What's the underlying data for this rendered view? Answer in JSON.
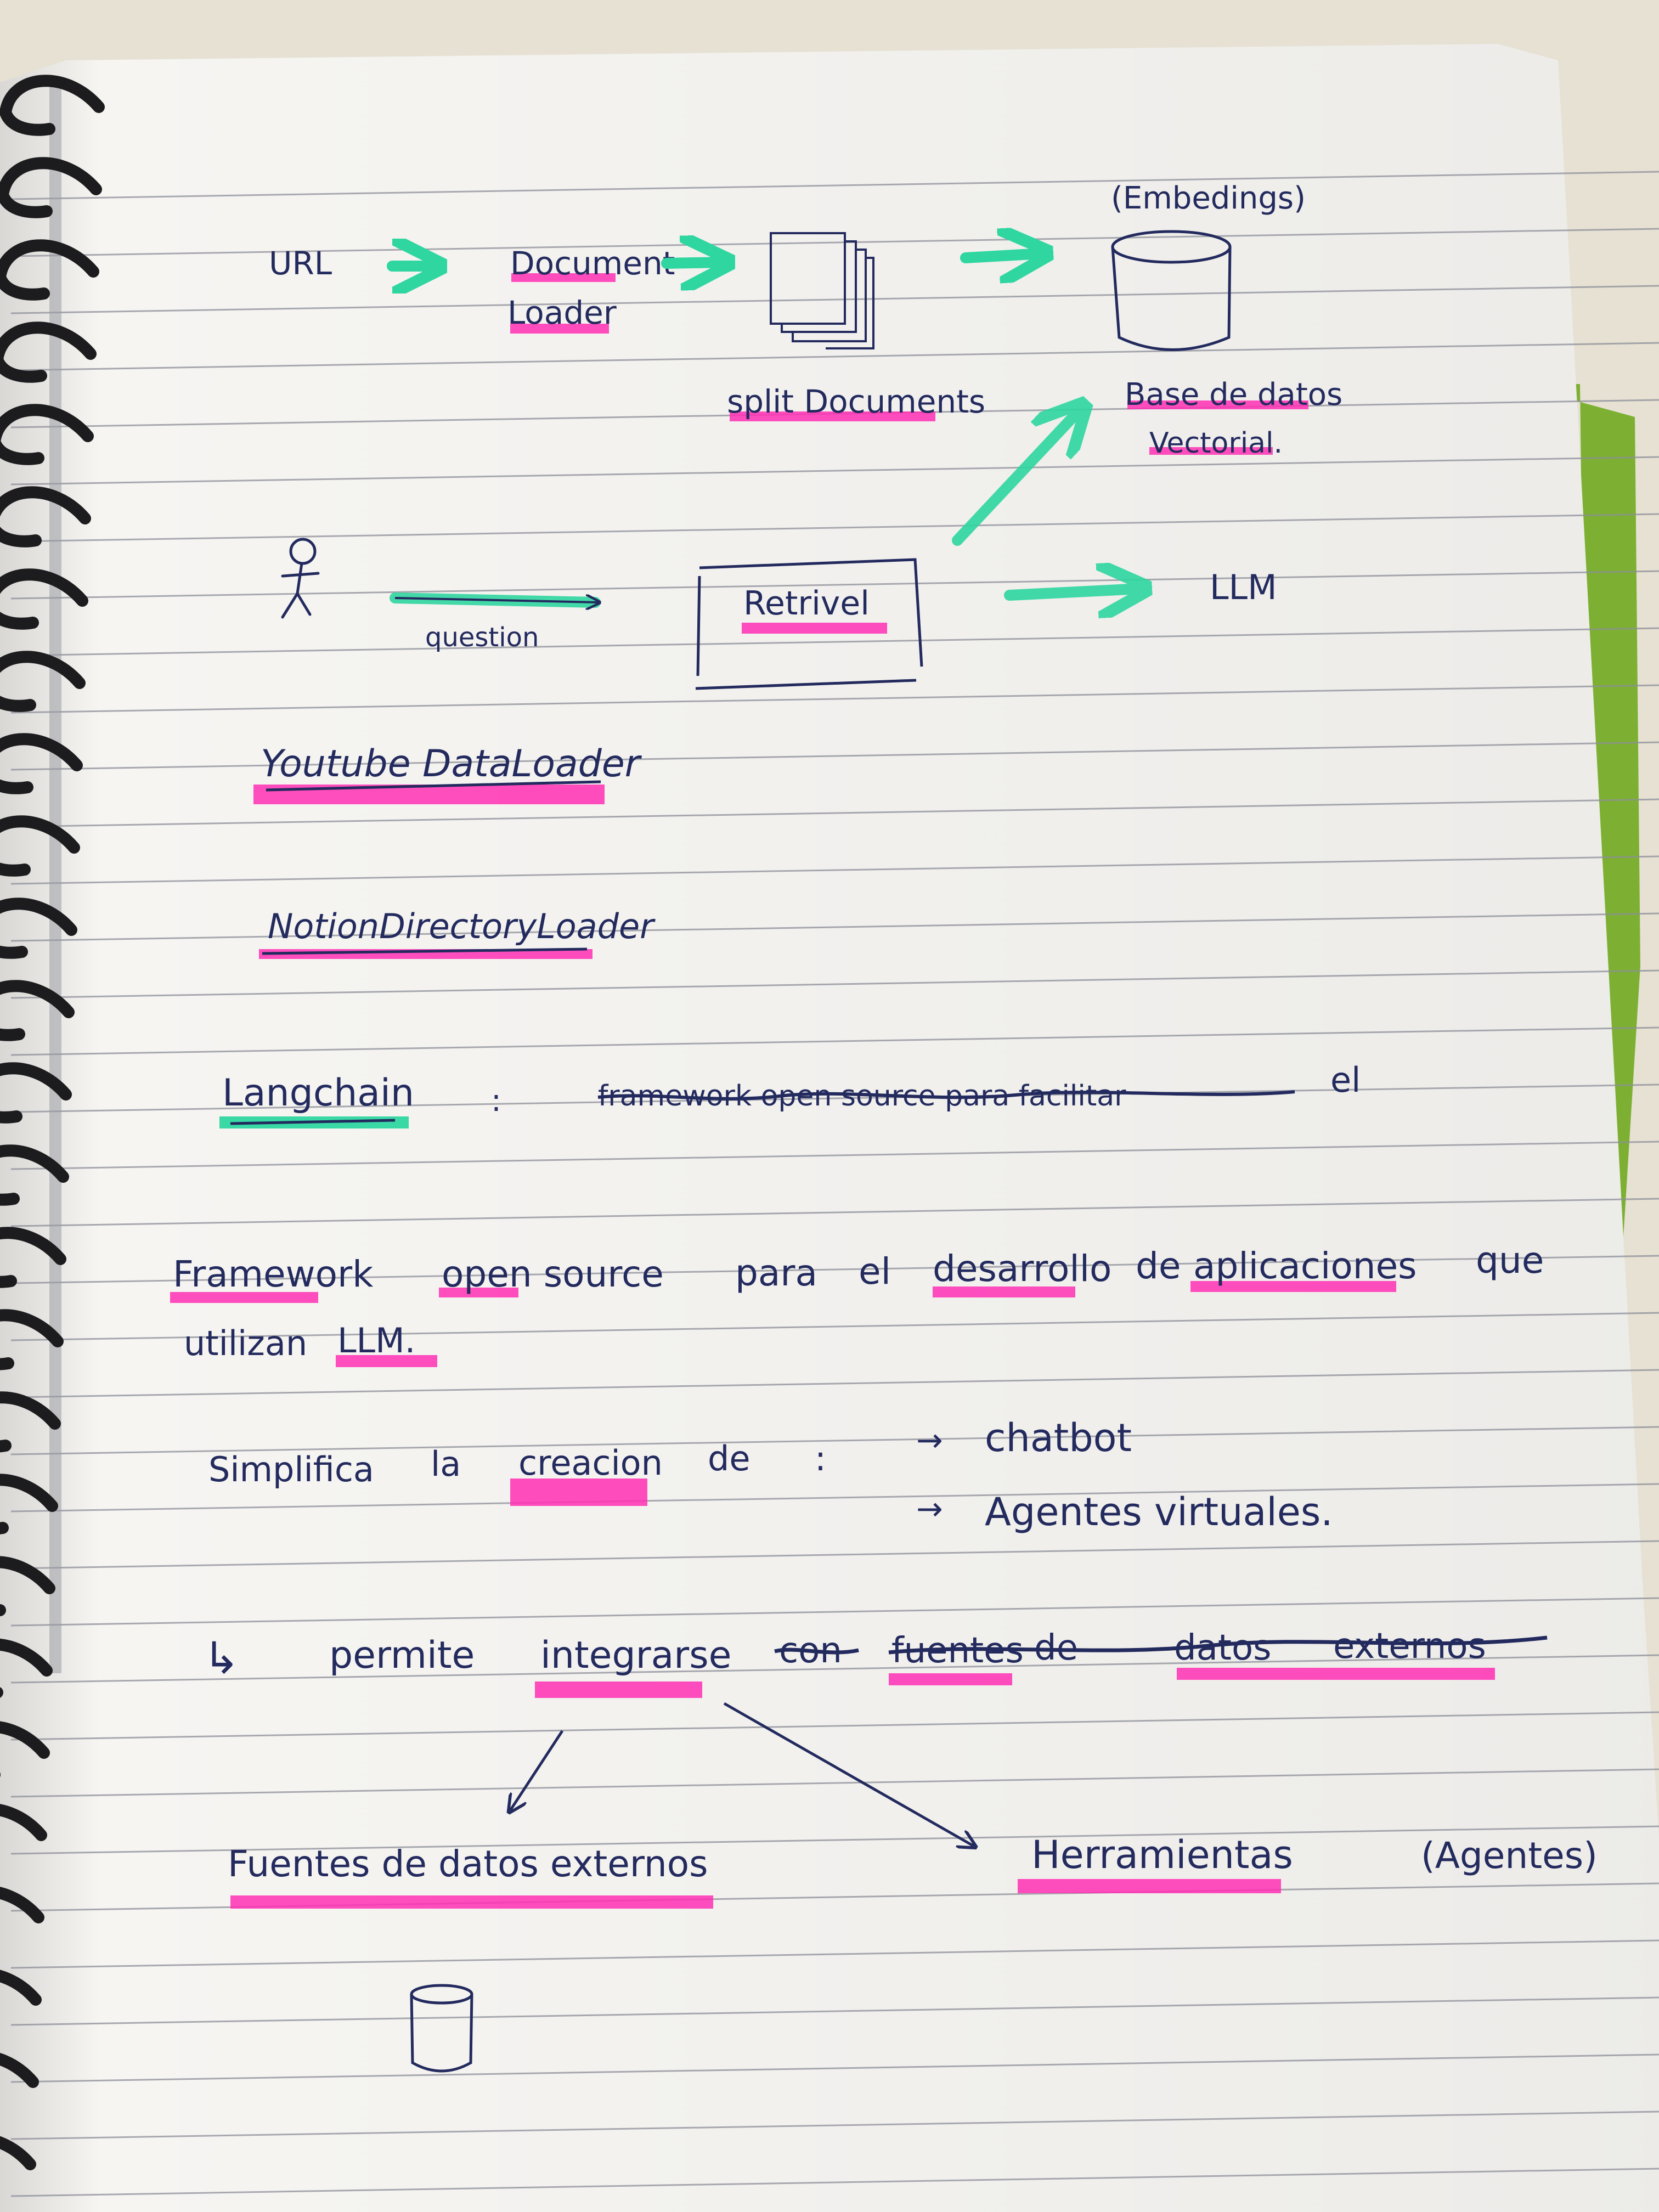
{
  "colors": {
    "cloth": "#e6e1d3",
    "paper": "#f6f5f2",
    "rule_line": "#8d8f99",
    "ink": "#232a5e",
    "highlight_pink": "#ff2fb4",
    "highlight_green": "#2fd6a0",
    "divider_tab": "#7db032",
    "spiral": "#1c1c1e"
  },
  "diagram": {
    "url": "URL",
    "document_loader": [
      "Document",
      "Loader"
    ],
    "split_documents": "split Documents",
    "embedding": "(Embedings)",
    "vector_db": [
      "Base de datos",
      "Vectorial."
    ],
    "question": "question",
    "retrieval": "Retrivel",
    "llm": "LLM"
  },
  "loaders": {
    "youtube": "Youtube DataLoader",
    "notion": "NotionDirectoryLoader"
  },
  "langchain": {
    "term": "Langchain",
    "colon": ":",
    "crossed_out": "framework open source para facilitar",
    "trailing": "el"
  },
  "definition": {
    "line1": [
      "Framework",
      "open source",
      "para",
      "el",
      "desarrollo",
      "de",
      "aplicaciones",
      "que"
    ],
    "line2": [
      "utilizan",
      "LLM."
    ]
  },
  "simplifica": {
    "text": [
      "Simplifica",
      "la",
      "creacion",
      "de",
      ":"
    ],
    "items": [
      "chatbot",
      "Agentes virtuales."
    ]
  },
  "permite": {
    "arrow": "↳",
    "text": [
      "permite",
      "integrarse",
      "con"
    ],
    "crossed_out": [
      "fuentes",
      "de",
      "datos",
      "externos"
    ]
  },
  "branches": {
    "left": "Fuentes de datos externos",
    "right": "Herramientas",
    "right_note": "(Agentes)"
  },
  "icon_names": [
    "person-icon",
    "documents-stack-icon",
    "database-icon",
    "small-database-icon",
    "arrow-icon"
  ]
}
